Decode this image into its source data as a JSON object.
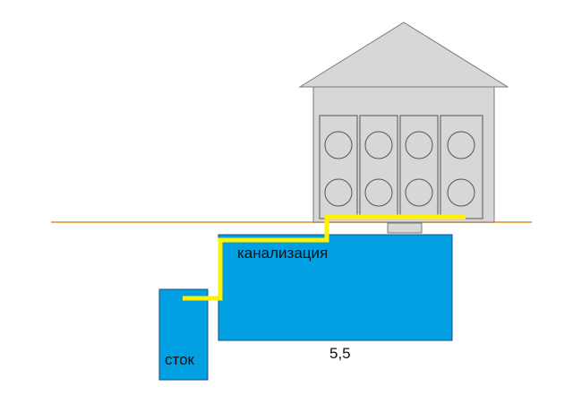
{
  "labels": {
    "sewer": "канализация",
    "drain": "сток",
    "tank_size": "5,5"
  },
  "colors": {
    "background": "#ffffff",
    "ground_line": "#f2a65a",
    "house_fill": "#d7d7d7",
    "house_stroke": "#7a7a7a",
    "tank_fill": "#00a0e3",
    "tank_stroke": "#1a4f86",
    "pipe": "#fff200",
    "text": "#111111"
  }
}
